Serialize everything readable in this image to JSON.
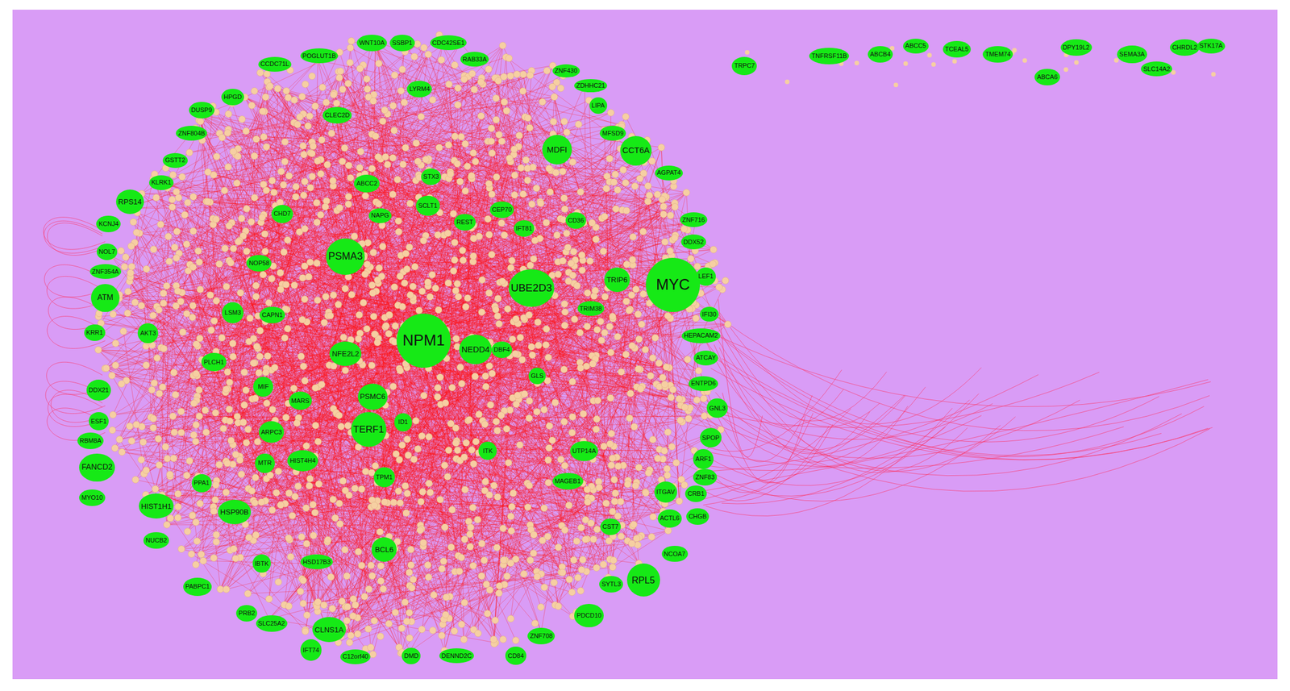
{
  "diagram": {
    "nodes": [
      {
        "text": [
          "TRPC7"
        ]
      },
      {
        "text": [
          "TNFRSF11B"
        ]
      },
      {
        "text": [
          "ABCB4"
        ]
      },
      {
        "text": [
          "ABCC5"
        ]
      },
      {
        "text": [
          "TCEAL5"
        ]
      },
      {
        "text": [
          "TMEM74"
        ]
      },
      {
        "text": [
          "ABCA6"
        ]
      },
      {
        "text": [
          "DPY19L2"
        ]
      },
      {
        "text": [
          "SEMA3A"
        ]
      },
      {
        "text": [
          "SLC14A2"
        ]
      },
      {
        "text": [
          "CHRDL2"
        ]
      },
      {
        "text": [
          "STK17A"
        ]
      },
      {
        "text": [
          "CCDC71L"
        ]
      },
      {
        "text": [
          "POGLUT1B"
        ]
      },
      {
        "text": [
          "WNT10A"
        ]
      },
      {
        "text": [
          "SSBP1"
        ]
      },
      {
        "text": [
          "CDC42SE1"
        ]
      },
      {
        "text": [
          "RAB33A"
        ]
      },
      {
        "text": [
          "ZNF430"
        ]
      },
      {
        "text": [
          "ZDHHC21"
        ]
      },
      {
        "text": [
          "LIPA"
        ]
      },
      {
        "text": [
          "HPGD"
        ]
      },
      {
        "text": [
          "DUSP9"
        ]
      },
      {
        "text": [
          "ZNF804B"
        ]
      },
      {
        "text": [
          "GSTT2"
        ]
      },
      {
        "text": [
          "KLRK1"
        ]
      },
      {
        "text": [
          "MFSD9"
        ]
      },
      {
        "text": [
          "MDFI"
        ]
      },
      {
        "text": [
          "CCT6A"
        ]
      },
      {
        "text": [
          "AGPAT4"
        ]
      },
      {
        "text": [
          "RPS14"
        ]
      },
      {
        "text": [
          "KCNJ4"
        ]
      },
      {
        "text": [
          "NOL7"
        ]
      },
      {
        "text": [
          "ZNF716"
        ]
      },
      {
        "text": [
          "ZNF354A"
        ]
      },
      {
        "text": [
          "DDX52"
        ]
      },
      {
        "text": [
          "ATM"
        ]
      },
      {
        "text": [
          "MYC"
        ]
      },
      {
        "text": [
          "LEF1"
        ]
      },
      {
        "text": [
          "KRR1"
        ]
      },
      {
        "text": [
          "IFI30"
        ]
      },
      {
        "text": [
          "HEPACAM2"
        ]
      },
      {
        "text": [
          "DDX21"
        ]
      },
      {
        "text": [
          "ATCAY"
        ]
      },
      {
        "text": [
          "ESF1"
        ]
      },
      {
        "text": [
          "ENTPD6"
        ]
      },
      {
        "text": [
          "GNL3"
        ]
      },
      {
        "text": [
          "RBM8A"
        ]
      },
      {
        "text": [
          "SPOP"
        ]
      },
      {
        "text": [
          "FANCD2"
        ]
      },
      {
        "text": [
          "ARF1"
        ]
      },
      {
        "text": [
          "ZNF83"
        ]
      },
      {
        "text": [
          "MYO10"
        ]
      },
      {
        "text": [
          "CRB1"
        ]
      },
      {
        "text": [
          "CHGB"
        ]
      },
      {
        "text": [
          "HIST1H1"
        ]
      },
      {
        "text": [
          "ACTL6"
        ]
      },
      {
        "text": [
          "NUCB2"
        ]
      },
      {
        "text": [
          "NCOA7"
        ]
      },
      {
        "text": [
          "PABPC1"
        ]
      },
      {
        "text": [
          "RPL5"
        ]
      },
      {
        "text": [
          "SYTL3"
        ]
      },
      {
        "text": [
          "PRB2"
        ]
      },
      {
        "text": [
          "SLC25A2"
        ]
      },
      {
        "text": [
          "PDCD10"
        ]
      },
      {
        "text": [
          "CLNS1A"
        ]
      },
      {
        "text": [
          "ZNF708"
        ]
      },
      {
        "text": [
          "IFT74"
        ]
      },
      {
        "text": [
          "C12orf40"
        ]
      },
      {
        "text": [
          "DMD"
        ]
      },
      {
        "text": [
          "DENND2C"
        ]
      },
      {
        "text": [
          "CD84"
        ]
      },
      {
        "text": [
          "NPM1"
        ]
      },
      {
        "text": [
          "PSMA3"
        ]
      },
      {
        "text": [
          "UBE2D3"
        ]
      },
      {
        "text": [
          "NEDD4"
        ]
      },
      {
        "text": [
          "TERF1"
        ]
      },
      {
        "text": [
          "PSMC6"
        ]
      },
      {
        "text": [
          "TRIP6"
        ]
      },
      {
        "text": [
          "HSP90B"
        ]
      },
      {
        "text": [
          "LSM3"
        ]
      },
      {
        "text": [
          "AKT3"
        ]
      },
      {
        "text": [
          "NFE2L2"
        ]
      },
      {
        "text": [
          "MIF"
        ]
      },
      {
        "text": [
          "ARPC3"
        ]
      },
      {
        "text": [
          "HIST4H4"
        ]
      },
      {
        "text": [
          "MTR"
        ]
      },
      {
        "text": [
          "PPA1"
        ]
      },
      {
        "text": [
          "ID1"
        ]
      },
      {
        "text": [
          "TPM1"
        ]
      },
      {
        "text": [
          "ITK"
        ]
      },
      {
        "text": [
          "ABCC2"
        ]
      },
      {
        "text": [
          "STX3"
        ]
      },
      {
        "text": [
          "BCL6"
        ]
      },
      {
        "text": [
          "IBTK"
        ]
      },
      {
        "text": [
          "HSD17B3"
        ]
      },
      {
        "text": [
          "MARS"
        ]
      },
      {
        "text": [
          "REST"
        ]
      },
      {
        "text": [
          "GLS"
        ]
      },
      {
        "text": [
          "NOP58"
        ]
      },
      {
        "text": [
          "CHD7"
        ]
      },
      {
        "text": [
          "CD36"
        ]
      },
      {
        "text": [
          "IFT81"
        ]
      },
      {
        "text": [
          "PLCH1"
        ]
      },
      {
        "text": [
          "CAPN1"
        ]
      },
      {
        "text": [
          "ITGAV"
        ]
      },
      {
        "text": [
          "MAGEB1"
        ]
      },
      {
        "text": [
          "UTP14A"
        ]
      },
      {
        "text": [
          "DBF4"
        ]
      },
      {
        "text": [
          "SCLT1"
        ]
      },
      {
        "text": [
          "CEP70"
        ]
      },
      {
        "text": [
          "NAPG"
        ]
      },
      {
        "text": [
          "CLEC2D"
        ]
      },
      {
        "text": [
          "LYRM4"
        ]
      },
      {
        "text": [
          "TRIM38"
        ]
      },
      {
        "text": [
          "CST7"
        ]
      }
    ]
  }
}
